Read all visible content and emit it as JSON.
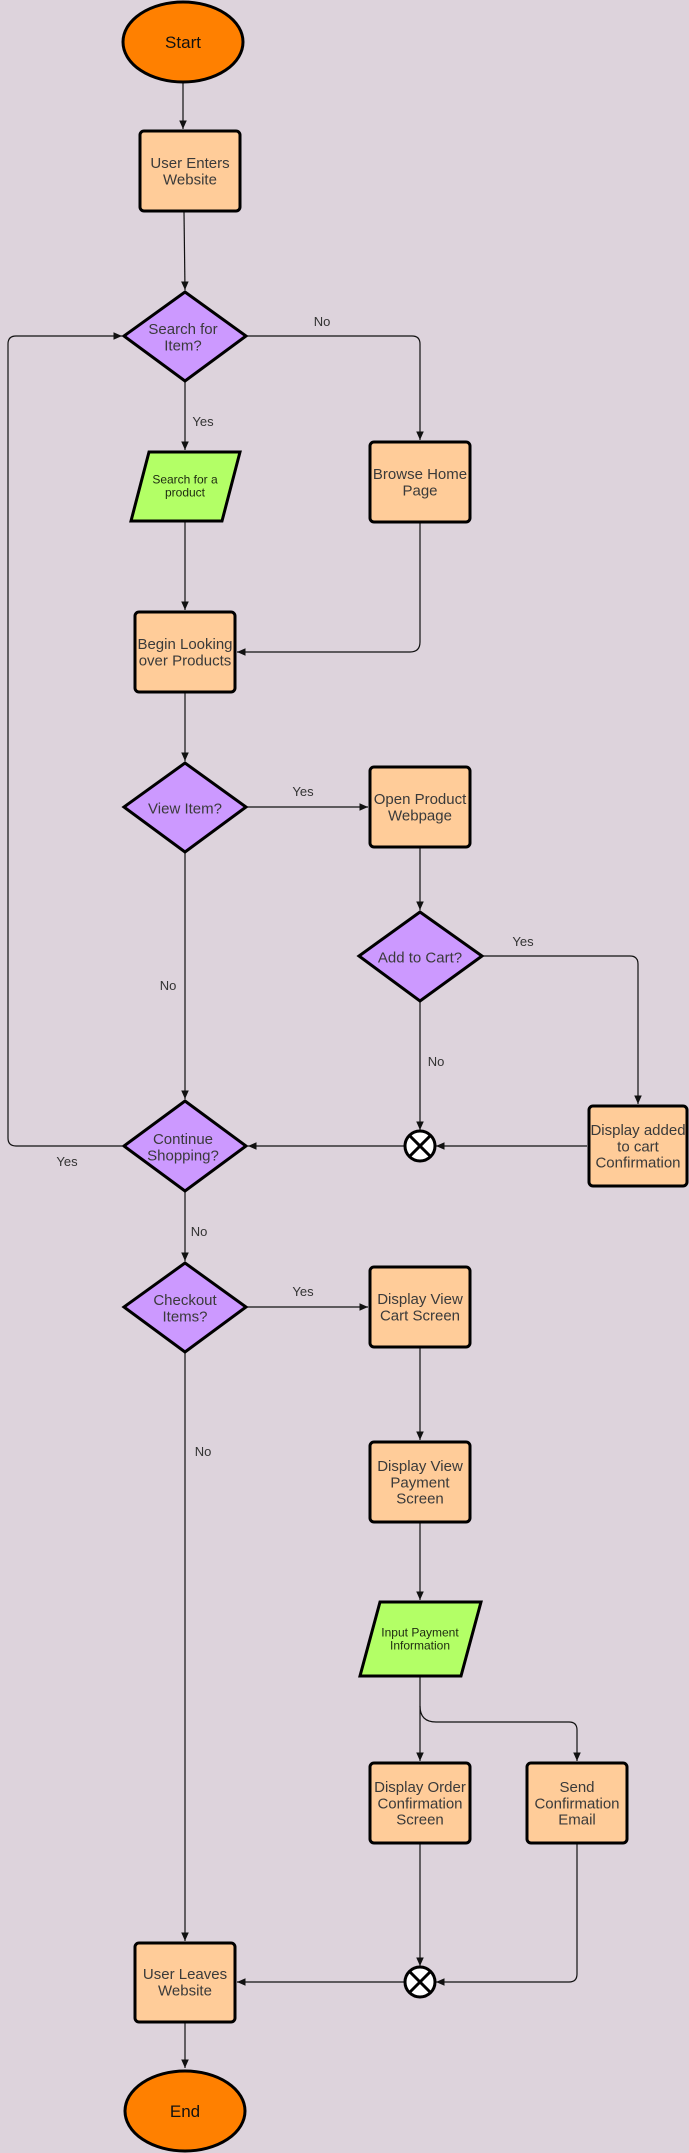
{
  "colors": {
    "background": "#ddd3dc",
    "terminal": "#ff8000",
    "process": "#ffcc99",
    "decision": "#cc99ff",
    "io": "#b3ff66",
    "stroke": "#000000"
  },
  "nodes": {
    "start": "Start",
    "user_enters_website": "User Enters\nWebsite",
    "search_for_item": "Search for\nItem?",
    "search_for_a_product": "Search for a\nproduct",
    "browse_home_page": "Browse Home\nPage",
    "begin_looking": "Begin Looking\nover Products",
    "view_item": "View Item?",
    "open_product_webpage": "Open Product\nWebpage",
    "add_to_cart": "Add to Cart?",
    "display_added_to_cart": "Display added\nto cart\nConfirmation",
    "continue_shopping": "Continue\nShopping?",
    "checkout_items": "Checkout\nItems?",
    "display_view_cart": "Display View\nCart Screen",
    "display_view_payment": "Display View\nPayment\nScreen",
    "input_payment_information": "Input Payment\nInformation",
    "display_order_confirmation": "Display Order\nConfirmation\nScreen",
    "send_confirmation_email": "Send\nConfirmation\nEmail",
    "user_leaves_website": "User Leaves\nWebsite",
    "end": "End"
  },
  "edge_labels": {
    "search_no": "No",
    "search_yes": "Yes",
    "view_yes": "Yes",
    "view_no": "No",
    "add_yes": "Yes",
    "add_no": "No",
    "continue_yes": "Yes",
    "continue_no": "No",
    "checkout_yes": "Yes",
    "checkout_no": "No"
  }
}
